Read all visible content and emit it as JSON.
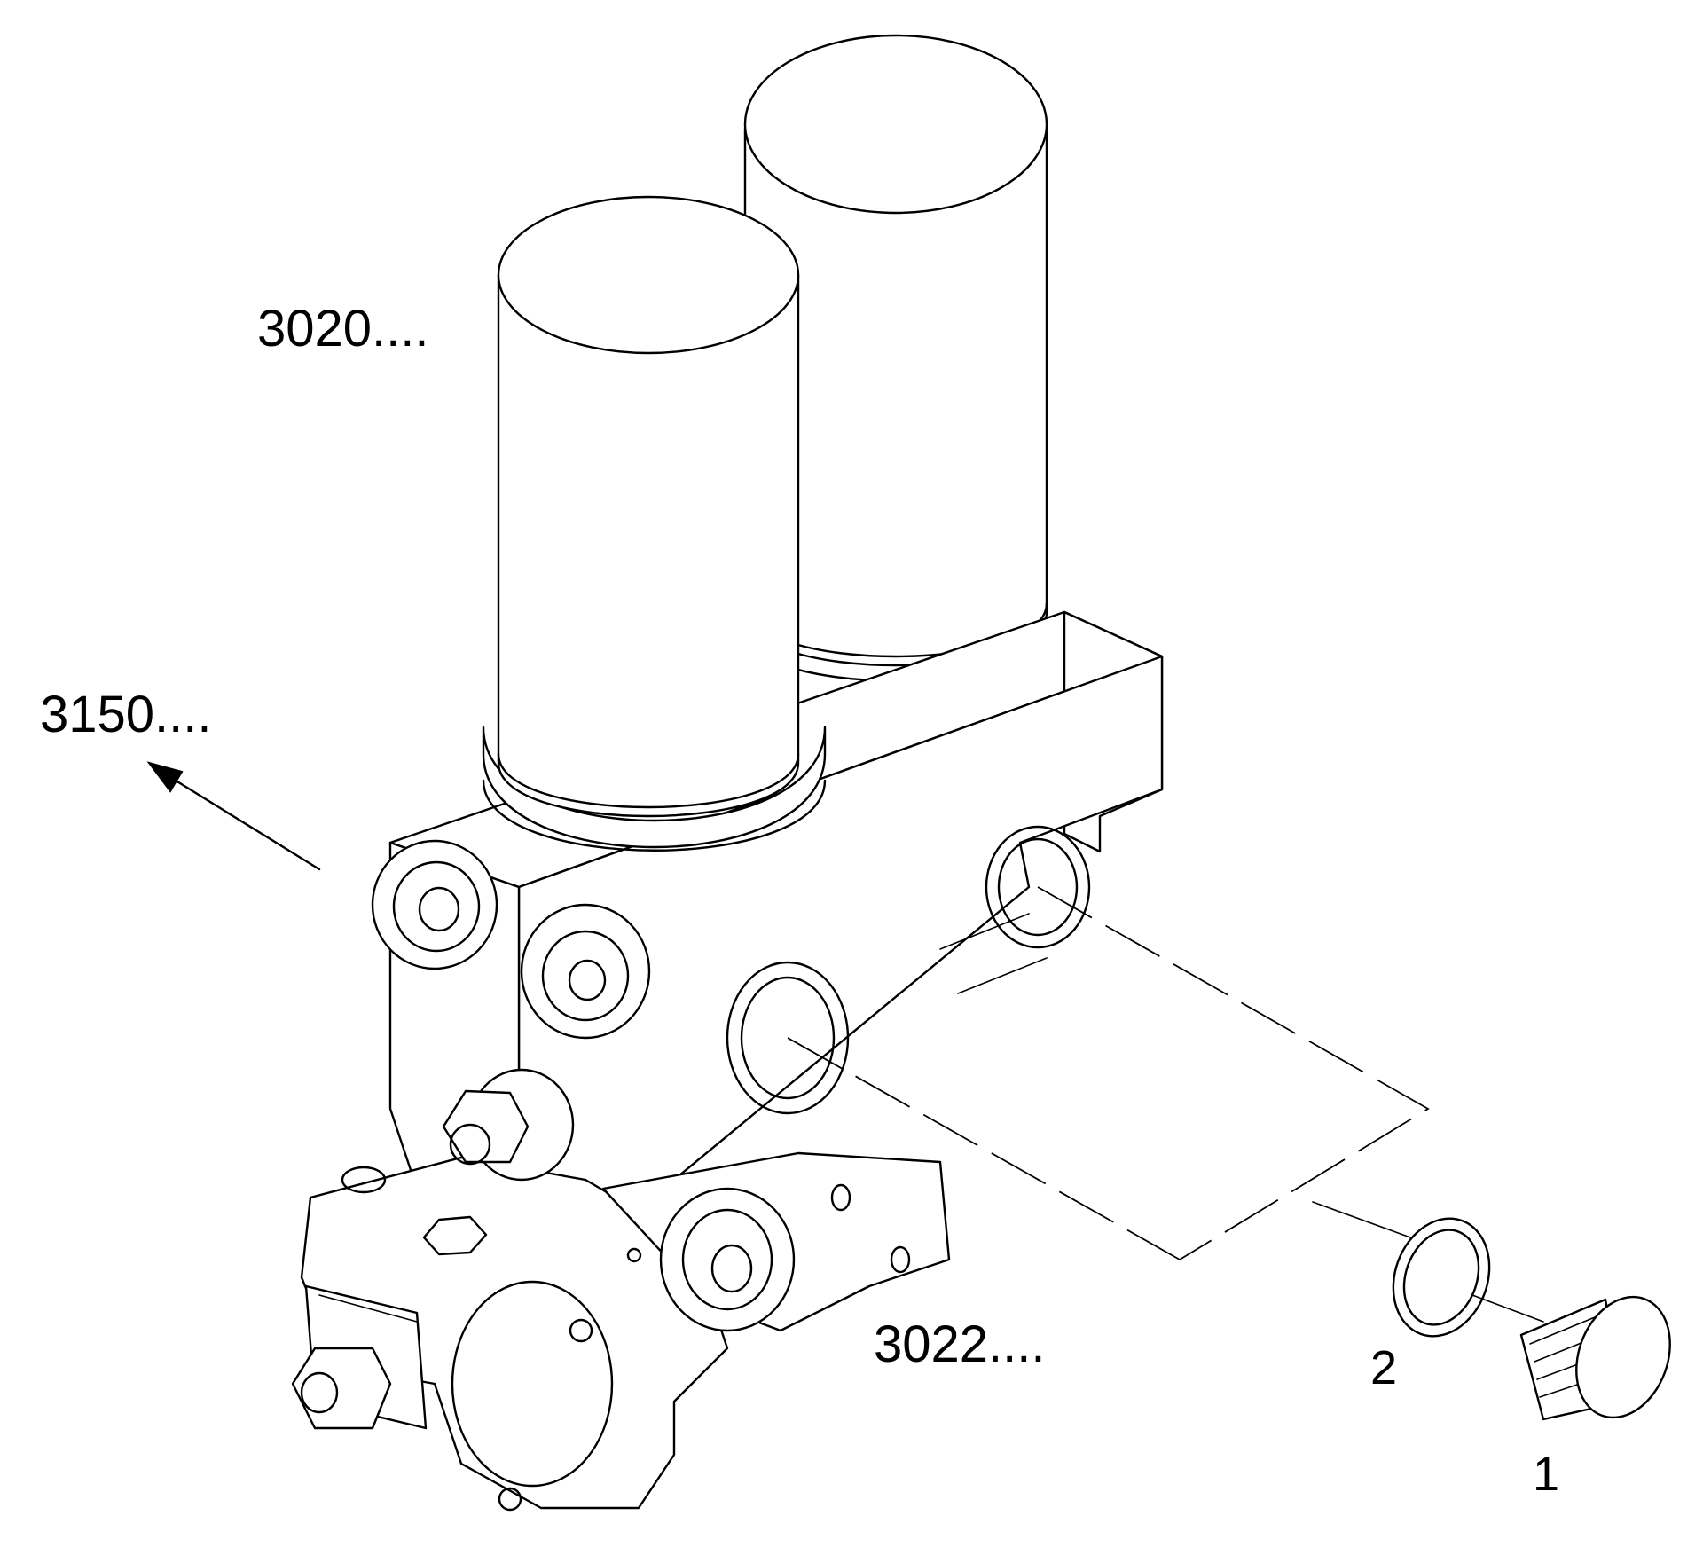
{
  "labels": {
    "callout_3020": "3020....",
    "callout_3150": "3150....",
    "callout_3022": "3022....",
    "item_1": "1",
    "item_2": "2"
  },
  "icons": {
    "direction_arrow": "arrow-up-left-icon"
  },
  "colors": {
    "ink": "#000000",
    "paper": "#ffffff"
  }
}
